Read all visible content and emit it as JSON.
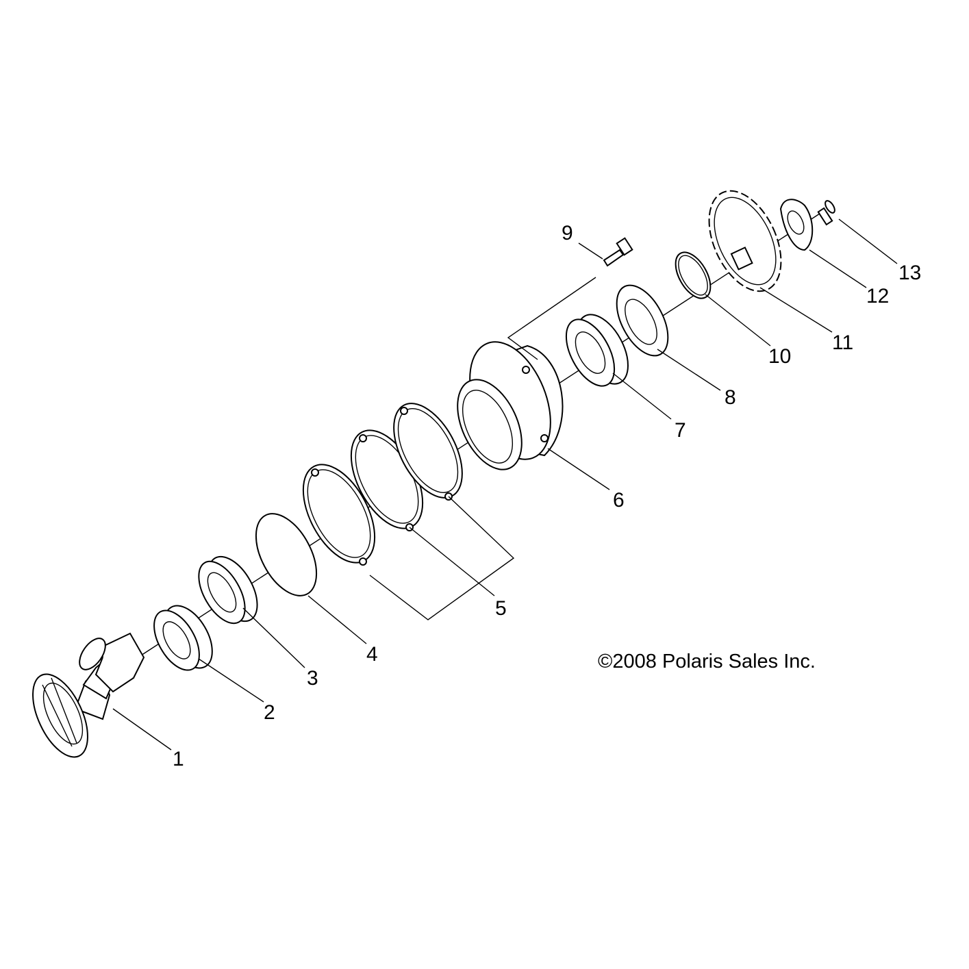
{
  "parts": [
    {
      "label": "1",
      "icon": "bevel-gear-shaft"
    },
    {
      "label": "2",
      "icon": "bearing"
    },
    {
      "label": "3",
      "icon": "bearing"
    },
    {
      "label": "4",
      "icon": "o-ring"
    },
    {
      "label": "5",
      "icon": "gasket-set"
    },
    {
      "label": "6",
      "icon": "bearing-housing"
    },
    {
      "label": "7",
      "icon": "bearing"
    },
    {
      "label": "8",
      "icon": "seal"
    },
    {
      "label": "9",
      "icon": "bolt"
    },
    {
      "label": "10",
      "icon": "snap-ring"
    },
    {
      "label": "11",
      "icon": "sprocket"
    },
    {
      "label": "12",
      "icon": "retainer-plate"
    },
    {
      "label": "13",
      "icon": "bolt"
    }
  ],
  "copyright": "©2008 Polaris Sales Inc."
}
